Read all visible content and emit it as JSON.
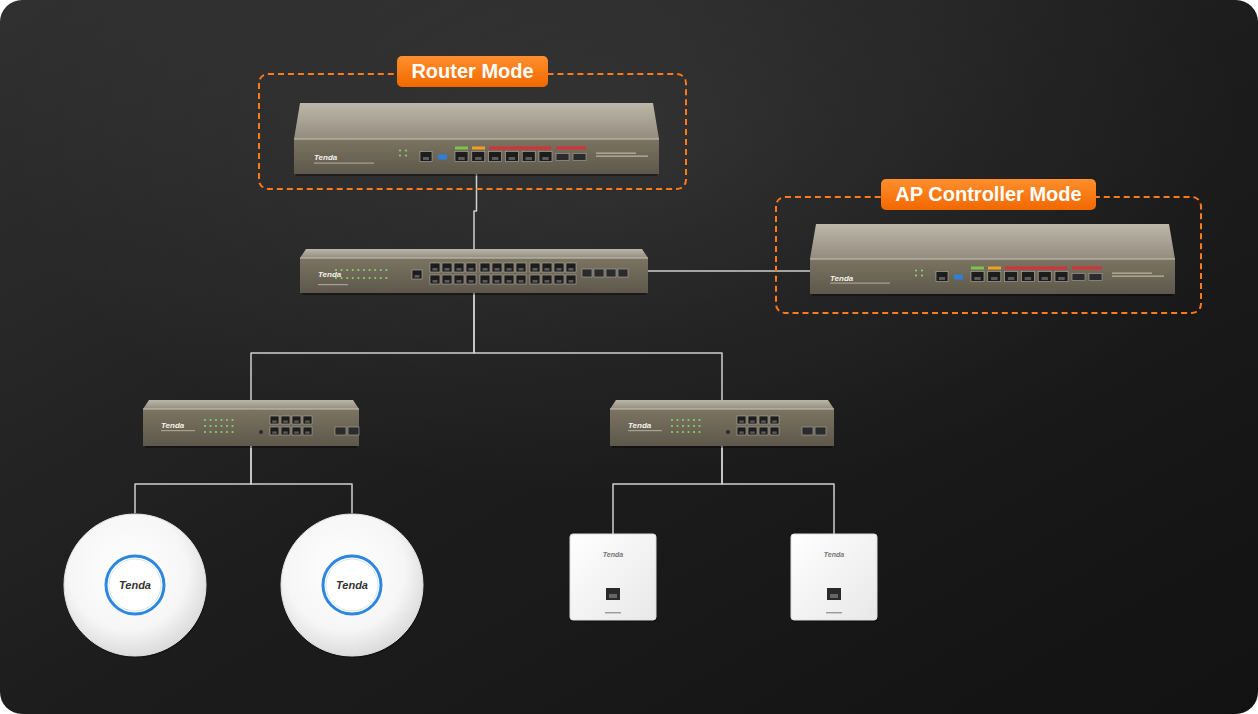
{
  "diagram": {
    "nodes": [
      {
        "text": [
          "Router Mode"
        ]
      },
      {
        "text": [
          "Tenda"
        ],
        "in": 0
      },
      {
        "text": [
          "Tenda"
        ]
      },
      {
        "text": [
          "AP Controller Mode"
        ]
      },
      {
        "text": [
          "Tenda"
        ],
        "in": 3
      },
      {
        "text": [
          "Tenda"
        ]
      },
      {
        "text": [
          "Tenda"
        ]
      },
      {
        "text": [
          "Tenda"
        ]
      },
      {
        "text": [
          "Tenda"
        ]
      },
      {
        "text": [
          "Tenda"
        ]
      },
      {
        "text": [
          "Tenda"
        ]
      }
    ],
    "edges": [
      {
        "from": 1,
        "to": 2,
        "arrow": "none"
      },
      {
        "from": 2,
        "to": 4,
        "arrow": "none"
      },
      {
        "from": 2,
        "to": 5,
        "arrow": "none"
      },
      {
        "from": 2,
        "to": 6,
        "arrow": "none"
      },
      {
        "from": 5,
        "to": 7,
        "arrow": "none"
      },
      {
        "from": 5,
        "to": 8,
        "arrow": "none"
      },
      {
        "from": 6,
        "to": 9,
        "arrow": "none"
      },
      {
        "from": 6,
        "to": 10,
        "arrow": "none"
      }
    ]
  }
}
